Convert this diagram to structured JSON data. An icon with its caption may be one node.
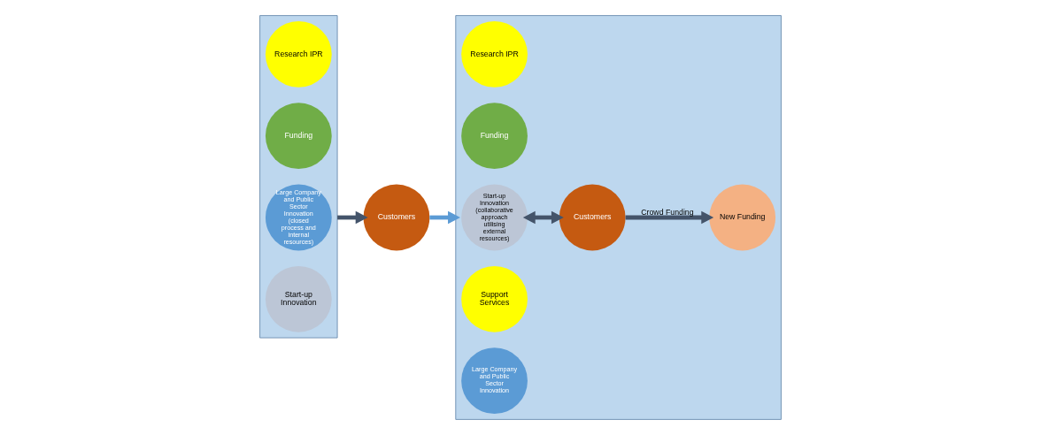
{
  "diagram": {
    "nodes": [
      {
        "text": [],
        "shape": "box"
      },
      {
        "text": [
          "Research IPR"
        ],
        "in": 0
      },
      {
        "text": [
          "Funding"
        ],
        "in": 0
      },
      {
        "text": [
          "Large Company and Public Sector Innovation (closed process and internal resources)"
        ],
        "in": 0
      },
      {
        "text": [
          "Start-up Innovation"
        ],
        "in": 0
      },
      {
        "text": [
          "Customers"
        ]
      },
      {
        "text": [],
        "shape": "box"
      },
      {
        "text": [
          "Research IPR"
        ],
        "in": 6
      },
      {
        "text": [
          "Funding"
        ],
        "in": 6
      },
      {
        "text": [
          "New Funding"
        ],
        "in": 6
      },
      {
        "text": [
          "Start-up Innovation (collaborative approach utilising external resources)"
        ],
        "in": 6
      },
      {
        "text": [
          "Support Services"
        ],
        "in": 6
      },
      {
        "text": [
          "Customers"
        ],
        "in": 6
      },
      {
        "text": [
          "Large Company and Public Sector Innovation"
        ],
        "in": 6
      }
    ],
    "edges": [
      {
        "from": 0,
        "to": 5,
        "arrow": "to"
      },
      {
        "from": 5,
        "to": 6,
        "arrow": "to",
        "color": "#5b9bd5"
      },
      {
        "from": 10,
        "to": 12,
        "arrow": "both"
      },
      {
        "from": 12,
        "to": 9,
        "arrow": "to",
        "label": "Crowd Funding"
      }
    ]
  }
}
